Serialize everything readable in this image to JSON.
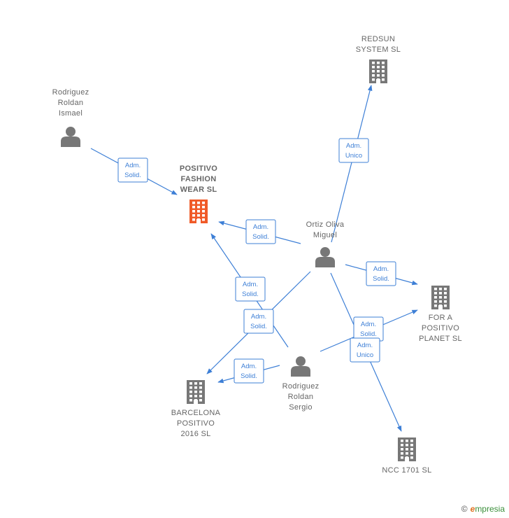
{
  "colors": {
    "accent": "#3d7fd6",
    "node": "#777777",
    "highlight": "#f05a28",
    "label": "#666666"
  },
  "nodes": [
    {
      "id": "redsun",
      "type": "company",
      "label": [
        "REDSUN",
        "SYSTEM  SL"
      ],
      "highlight": false
    },
    {
      "id": "rodriguez_ismael",
      "type": "person",
      "label": [
        "Rodriguez",
        "Roldan",
        "Ismael"
      ],
      "highlight": false
    },
    {
      "id": "positivo",
      "type": "company",
      "label": [
        "POSITIVO",
        "FASHION",
        "WEAR  SL"
      ],
      "highlight": true
    },
    {
      "id": "ortiz",
      "type": "person",
      "label": [
        "Ortiz Oliva",
        "Miguel"
      ],
      "highlight": false
    },
    {
      "id": "for_a_positivo",
      "type": "company",
      "label": [
        "FOR A",
        "POSITIVO",
        "PLANET  SL"
      ],
      "highlight": false
    },
    {
      "id": "rodriguez_sergio",
      "type": "person",
      "label": [
        "Rodriguez",
        "Roldan",
        "Sergio"
      ],
      "highlight": false
    },
    {
      "id": "barcelona",
      "type": "company",
      "label": [
        "BARCELONA",
        "POSITIVO",
        "2016  SL"
      ],
      "highlight": false
    },
    {
      "id": "ncc",
      "type": "company",
      "label": [
        "NCC 1701  SL"
      ],
      "highlight": false
    }
  ],
  "edges": [
    {
      "from": "ortiz",
      "to": "redsun",
      "label": [
        "Adm.",
        "Unico"
      ]
    },
    {
      "from": "rodriguez_ismael",
      "to": "positivo",
      "label": [
        "Adm.",
        "Solid."
      ]
    },
    {
      "from": "ortiz",
      "to": "positivo",
      "label": [
        "Adm.",
        "Solid."
      ]
    },
    {
      "from": "rodriguez_sergio",
      "to": "positivo",
      "label": [
        "Adm.",
        "Solid."
      ]
    },
    {
      "from": "ortiz",
      "to": "for_a_positivo",
      "label": [
        "Adm.",
        "Solid."
      ]
    },
    {
      "from": "ortiz",
      "to": "barcelona",
      "label": [
        "Adm.",
        "Solid."
      ]
    },
    {
      "from": "rodriguez_sergio",
      "to": "for_a_positivo",
      "label": [
        "Adm.",
        "Solid."
      ]
    },
    {
      "from": "ortiz",
      "to": "ncc",
      "label": [
        "Adm.",
        "Unico"
      ]
    },
    {
      "from": "rodriguez_sergio",
      "to": "barcelona",
      "label": [
        "Adm.",
        "Solid."
      ]
    }
  ],
  "footer": {
    "copyright": "©",
    "brand_e": "e",
    "brand_rest": "mpresia"
  }
}
